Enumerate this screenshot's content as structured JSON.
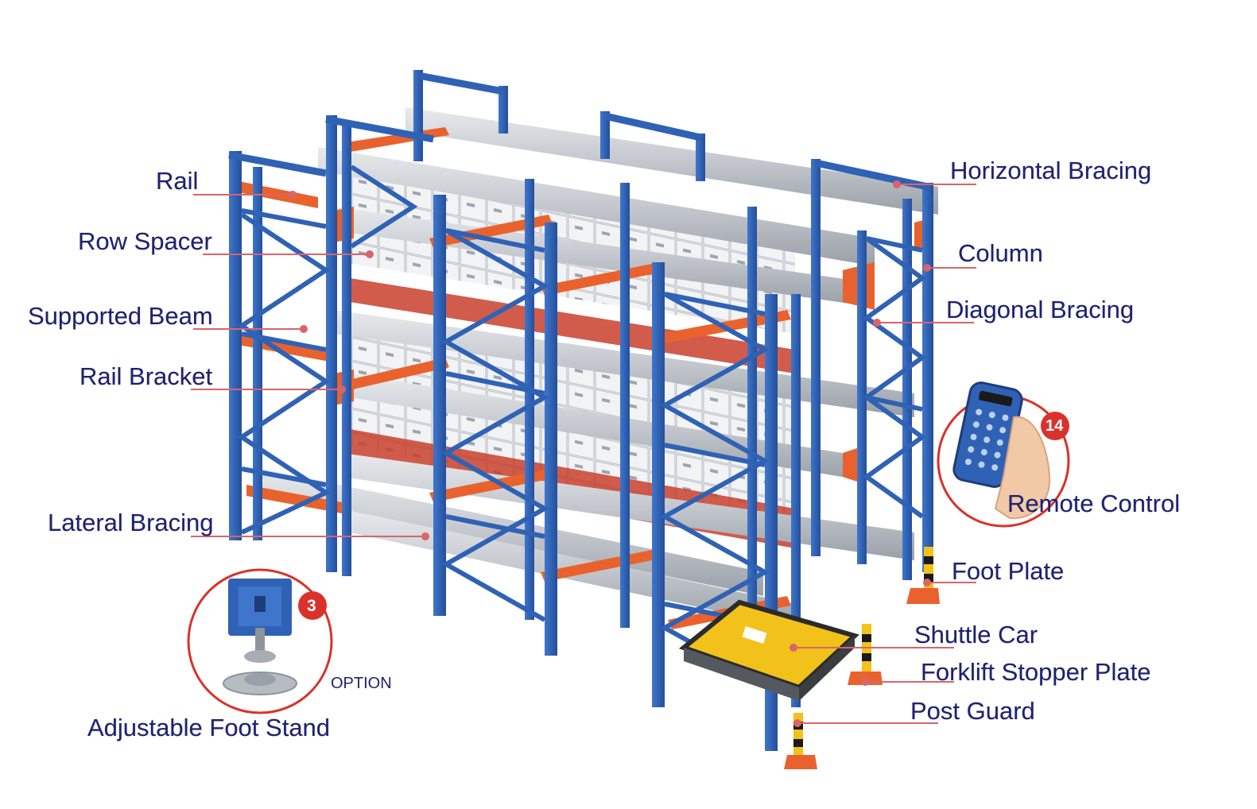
{
  "labels": {
    "rail": "Rail",
    "row_spacer": "Row Spacer",
    "supported_beam": "Supported Beam",
    "rail_bracket": "Rail Bracket",
    "lateral_bracing": "Lateral Bracing",
    "adjustable_foot_stand": "Adjustable Foot Stand",
    "option": "OPTION",
    "horizontal_bracing": "Horizontal Bracing",
    "column": "Column",
    "diagonal_bracing": "Diagonal Bracing",
    "remote_control": "Remote Control",
    "foot_plate": "Foot Plate",
    "shuttle_car": "Shuttle Car",
    "forklift_stopper_plate": "Forklift Stopper Plate",
    "post_guard": "Post Guard"
  },
  "badges": {
    "foot_stand_number": "3",
    "remote_number": "14"
  },
  "colors": {
    "text": "#1f2270",
    "leader_line": "#d9656a",
    "upright_blue": "#2f62b5",
    "bracket_orange": "#e9622d",
    "rail_silver": "#c9ccd1",
    "badge_red": "#d9322b",
    "guard_yellow": "#f2c21b"
  },
  "icons": {
    "foot_stand": "adjustable-foot-stand-icon",
    "remote": "remote-control-icon"
  }
}
